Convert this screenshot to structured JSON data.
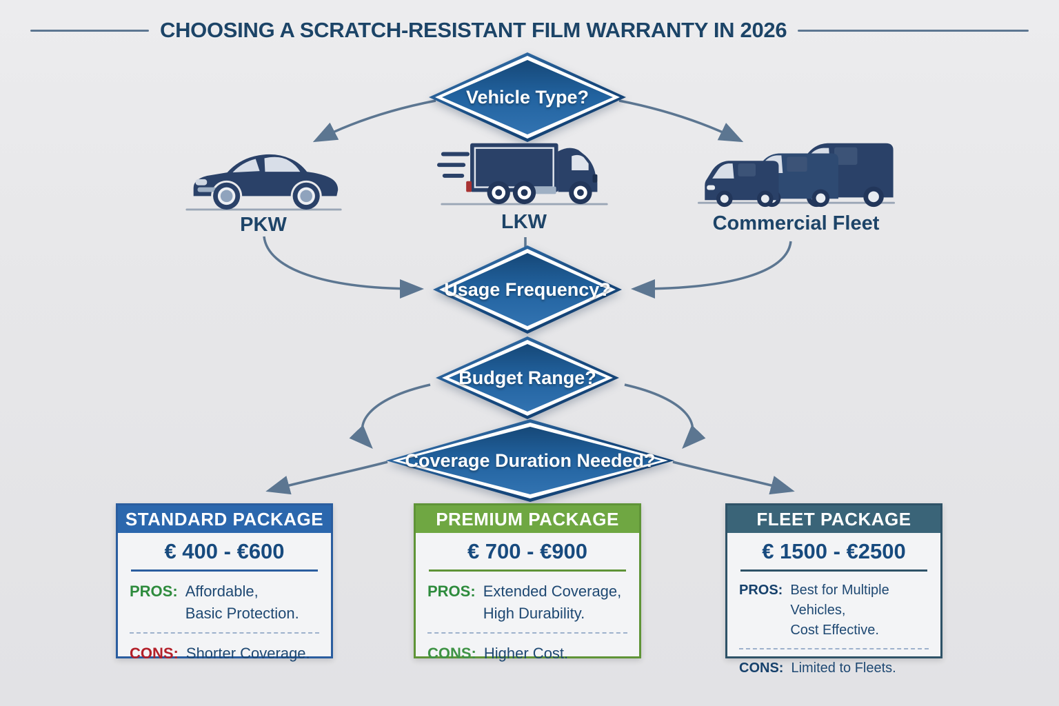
{
  "header": {
    "title": "CHOOSING A SCRATCH-RESISTANT FILM WARRANTY IN 2026"
  },
  "decisions": {
    "vehicle_type": "Vehicle Type?",
    "usage_frequency": "Usage Frequency?",
    "budget_range": "Budget Range?",
    "coverage_duration": "Coverage Duration Needed?"
  },
  "vehicles": [
    {
      "label": "PKW",
      "icon": "car-icon"
    },
    {
      "label": "LKW",
      "icon": "truck-icon"
    },
    {
      "label": "Commercial Fleet",
      "icon": "van-fleet-icon"
    }
  ],
  "packages": [
    {
      "name": "STANDARD PACKAGE",
      "price": "€ 400 - €600",
      "pros_label": "PROS:",
      "pros_lines": [
        "Affordable,",
        "Basic Protection."
      ],
      "cons_label": "CONS:",
      "cons_lines": [
        "Shorter Coverage."
      ],
      "theme": {
        "header": "#2b67ad",
        "border": "#2a5d9f",
        "pros": "#2e8b3d",
        "cons": "#b3202a"
      }
    },
    {
      "name": "PREMIUM PACKAGE",
      "price": "€ 700 - €900",
      "pros_label": "PROS:",
      "pros_lines": [
        "Extended Coverage,",
        "High Durability."
      ],
      "cons_label": "CONS:",
      "cons_lines": [
        "Higher Cost."
      ],
      "theme": {
        "header": "#6fa742",
        "border": "#5f9437",
        "pros": "#2e8b3d",
        "cons": "#3f9346"
      }
    },
    {
      "name": "FLEET PACKAGE",
      "price": "€ 1500 - €2500",
      "pros_label": "PROS:",
      "pros_lines": [
        "Best for Multiple Vehicles,",
        "Cost Effective."
      ],
      "cons_label": "CONS:",
      "cons_lines": [
        "Limited to Fleets."
      ],
      "theme": {
        "header": "#3a6478",
        "border": "#2e5267",
        "pros": "#15406b",
        "cons": "#15406b"
      }
    }
  ],
  "colors": {
    "background": "#e7e7e9",
    "title_text": "#1c4467",
    "rule": "#5c7691",
    "diamond_fill_top": "#164878",
    "diamond_fill_bottom": "#3273b1",
    "diamond_inner_stroke": "#ffffff",
    "arrow": "#5c7691",
    "vehicle_icon": "#2a4168",
    "vehicle_label": "#1d4468",
    "body_text": "#1e4872",
    "price_text": "#174a7e"
  }
}
